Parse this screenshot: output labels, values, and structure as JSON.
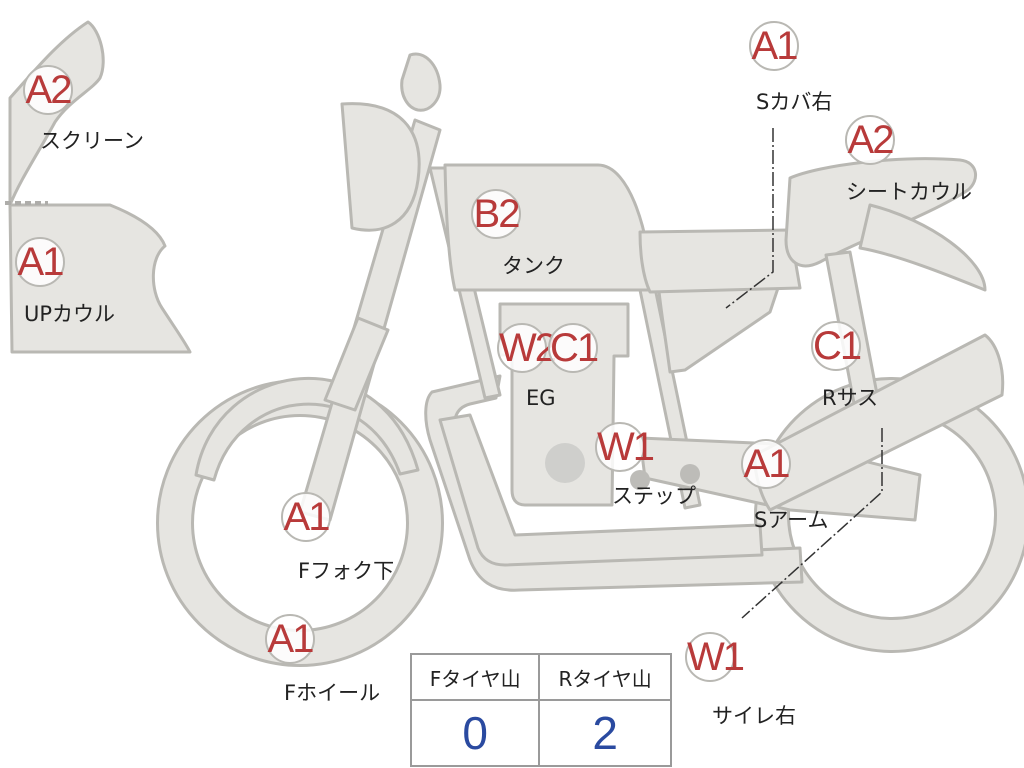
{
  "parts": [
    {
      "id": "screen",
      "grade": "A2",
      "label": "スクリーン"
    },
    {
      "id": "upcowl",
      "grade": "A1",
      "label": "UPカウル"
    },
    {
      "id": "tank",
      "grade": "B2",
      "label": "タンク"
    },
    {
      "id": "engine",
      "grade": "W2",
      "grade2": "C1",
      "label": "EG"
    },
    {
      "id": "step",
      "grade": "W1",
      "label": "ステップ"
    },
    {
      "id": "ffork",
      "grade": "A1",
      "label": "Fフォク下"
    },
    {
      "id": "fwheel",
      "grade": "A1",
      "label": "Fホイール"
    },
    {
      "id": "scover",
      "grade": "A1",
      "label": "Sカバ右"
    },
    {
      "id": "seatcowl",
      "grade": "A2",
      "label": "シートカウル"
    },
    {
      "id": "rsus",
      "grade": "C1",
      "label": "Rサス"
    },
    {
      "id": "sarm",
      "grade": "A1",
      "label": "Sアーム"
    },
    {
      "id": "muffler",
      "grade": "W1",
      "label": "サイレ右"
    }
  ],
  "tread": {
    "front_header": "Fタイヤ山",
    "rear_header": "Rタイヤ山",
    "front_value": "0",
    "rear_value": "2"
  },
  "colors": {
    "part_fill": "#e6e5e1",
    "part_outline": "#b9b8b3",
    "grade_text": "#b83a3a",
    "tread_value": "#2a4aa0"
  }
}
